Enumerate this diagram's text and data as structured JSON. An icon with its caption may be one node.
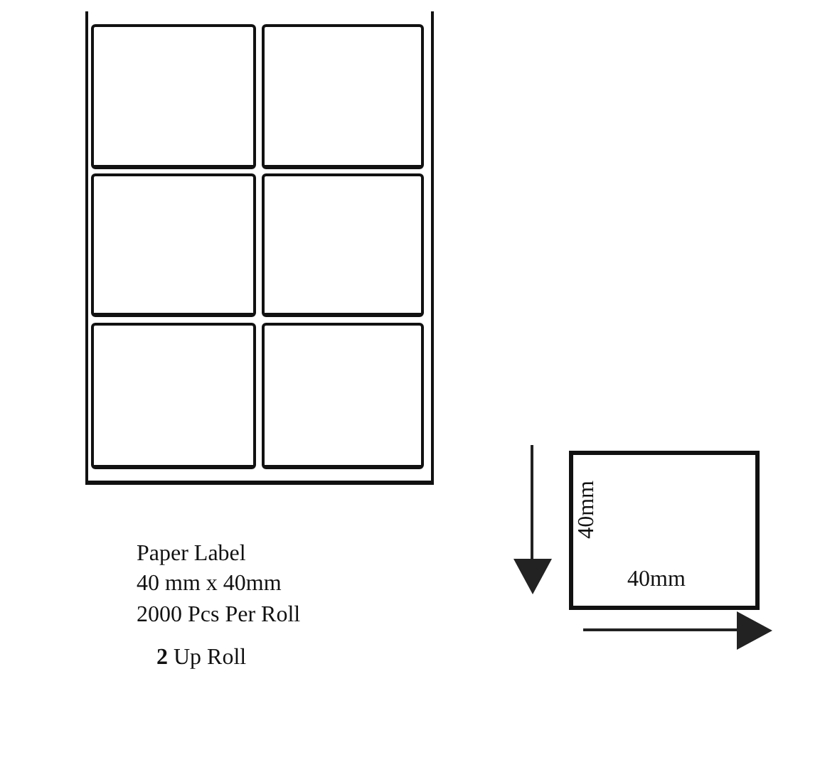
{
  "diagram": {
    "nodes": [
      {
        "text": [],
        "shape": "box"
      },
      {
        "text": [],
        "shape": "box",
        "in": 0
      },
      {
        "text": [],
        "shape": "box",
        "in": 0
      },
      {
        "text": [],
        "shape": "box",
        "in": 0
      },
      {
        "text": [],
        "shape": "box",
        "in": 0
      },
      {
        "text": [],
        "shape": "box",
        "in": 0
      },
      {
        "text": [],
        "shape": "box",
        "in": 0
      },
      {
        "text": [
          "40mm",
          "40mm"
        ]
      }
    ],
    "labels": [
      "Paper Label",
      "40 mm x 40mm",
      "2000 Pcs Per Roll",
      "**2** Up Roll"
    ]
  }
}
